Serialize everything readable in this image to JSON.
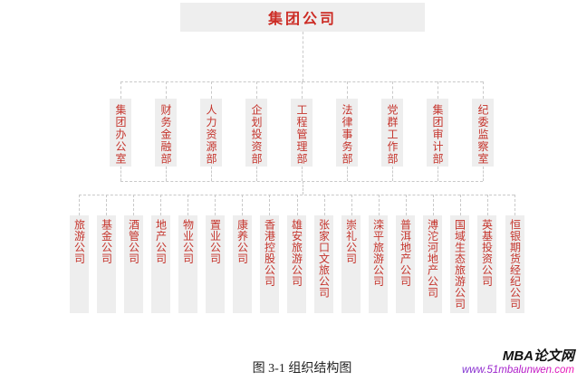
{
  "org": {
    "root": "集团公司",
    "level2": [
      "集团办公室",
      "财务金融部",
      "人力资源部",
      "企划投资部",
      "工程管理部",
      "法律事务部",
      "党群工作部",
      "集团审计部",
      "纪委监察室"
    ],
    "level3": [
      "旅游公司",
      "基金公司",
      "酒管公司",
      "地产公司",
      "物业公司",
      "置业公司",
      "康养公司",
      "香港控股公司",
      "雄安旅游公司",
      "张家口文旅公司",
      "崇礼公司",
      "滦平旅游公司",
      "普洱地产公司",
      "溥沱河地产公司",
      "国域生态旅游公司",
      "英基投资公司",
      "恒银期货经纪公司"
    ]
  },
  "caption": {
    "text": "图 3-1 组织结构图"
  },
  "watermark": {
    "site_name": "MBA论文网",
    "site_url": "www.51mbalunwen.com"
  },
  "colors": {
    "node_bg": "#eeeeee",
    "node_text": "#c5342c",
    "title_text": "#cc2b24",
    "connector_line": "#c9c9c9",
    "url_gradient_start": "#7b2fd0",
    "url_gradient_end": "#f014b4"
  }
}
